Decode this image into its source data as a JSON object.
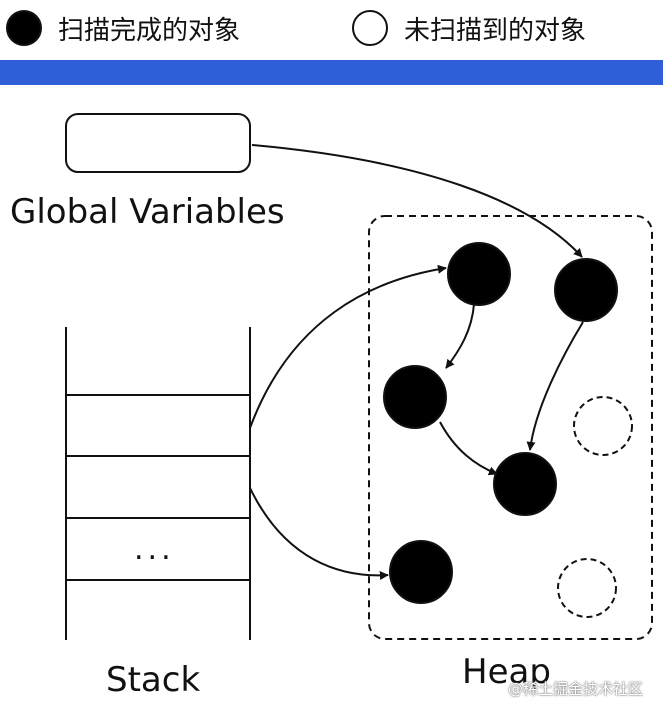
{
  "legend": {
    "scanned_label": "扫描完成的对象",
    "unscanned_label": "未扫描到的对象"
  },
  "labels": {
    "global_variables": "Global Variables",
    "stack": "Stack",
    "stack_ellipsis": "...",
    "heap": "Heap"
  },
  "watermark": "@稀土掘金技术社区",
  "colors": {
    "accent_bar": "#2f5fd8",
    "scanned_fill": "#000000",
    "unscanned_fill": "#ffffff",
    "stroke": "#111111"
  },
  "objects": [
    {
      "id": "obj-a",
      "scanned": true
    },
    {
      "id": "obj-b",
      "scanned": true
    },
    {
      "id": "obj-c",
      "scanned": true
    },
    {
      "id": "obj-d",
      "scanned": true
    },
    {
      "id": "obj-e",
      "scanned": true
    },
    {
      "id": "obj-f",
      "scanned": false
    },
    {
      "id": "obj-g",
      "scanned": false
    }
  ],
  "references": [
    {
      "from": "global-variables",
      "to": "obj-b"
    },
    {
      "from": "stack",
      "to": "obj-a"
    },
    {
      "from": "stack",
      "to": "obj-e"
    },
    {
      "from": "obj-a",
      "to": "obj-c"
    },
    {
      "from": "obj-c",
      "to": "obj-d"
    },
    {
      "from": "obj-b",
      "to": "obj-d"
    }
  ]
}
